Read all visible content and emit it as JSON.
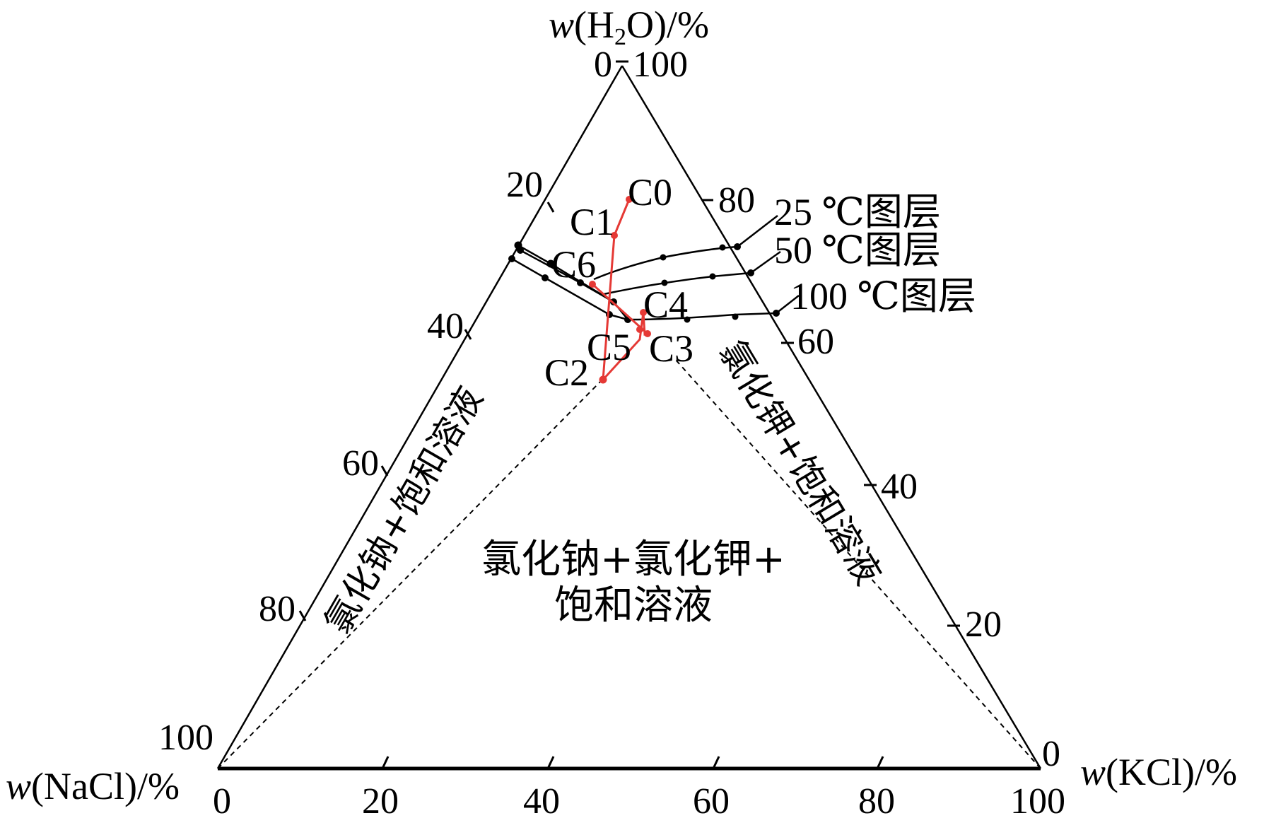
{
  "axes": {
    "top": {
      "var": "w",
      "open": "(H",
      "sub": "2",
      "close": "O)/%"
    },
    "left": {
      "var": "w",
      "rest": "(NaCl)/%"
    },
    "right": {
      "var": "w",
      "rest": "(KCl)/%"
    }
  },
  "ticks": {
    "left": [
      "20",
      "40",
      "60",
      "80",
      "100"
    ],
    "right": [
      "100",
      "80",
      "60",
      "40",
      "20",
      "0"
    ],
    "bottom": [
      "0",
      "20",
      "40",
      "60",
      "80",
      "100"
    ],
    "top_zero": "0"
  },
  "curves": [
    {
      "label": "25 ℃图层"
    },
    {
      "label": "50 ℃图层"
    },
    {
      "label": "100 ℃图层"
    }
  ],
  "points": [
    "C0",
    "C1",
    "C2",
    "C3",
    "C4",
    "C5",
    "C6"
  ],
  "regions": {
    "left": "氯化钠+饱和溶液",
    "right": "氯化钾+饱和溶液",
    "center_line1": "氯化钠+氯化钾+",
    "center_line2": "饱和溶液"
  },
  "colors": {
    "path": "#e53935",
    "line": "#000000"
  }
}
